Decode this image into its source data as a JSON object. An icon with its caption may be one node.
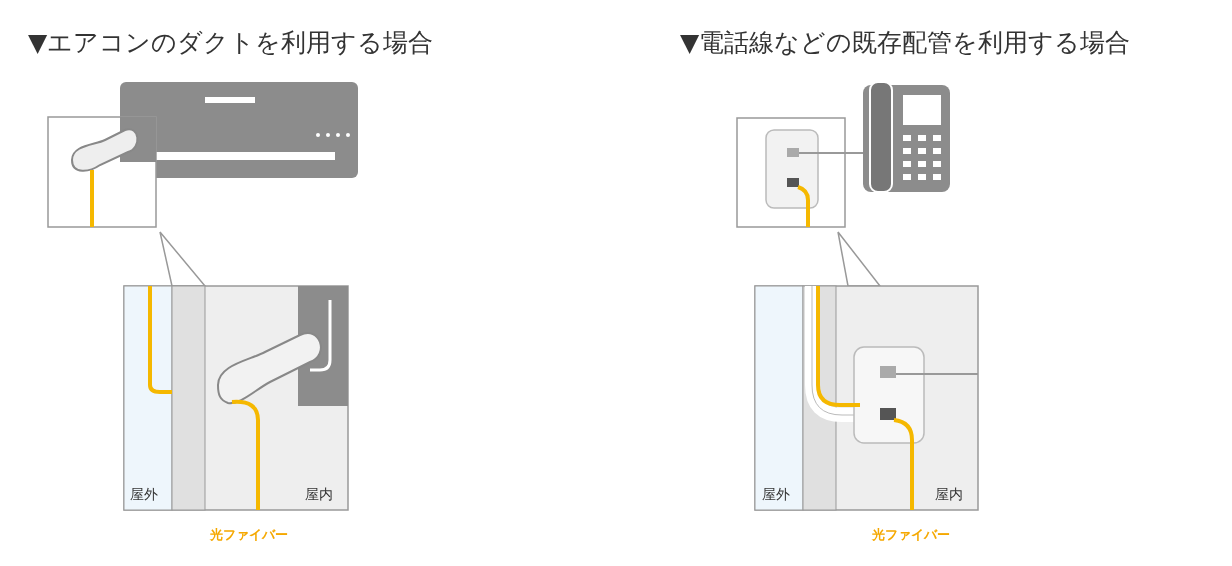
{
  "diagram": {
    "labels": [
      "▼エアコンのダクトを利用する場合",
      "▼電話線などの既存配管を利用する場合",
      "屋外",
      "屋内",
      "光ファイバー",
      "屋外",
      "屋内",
      "光ファイバー"
    ]
  }
}
